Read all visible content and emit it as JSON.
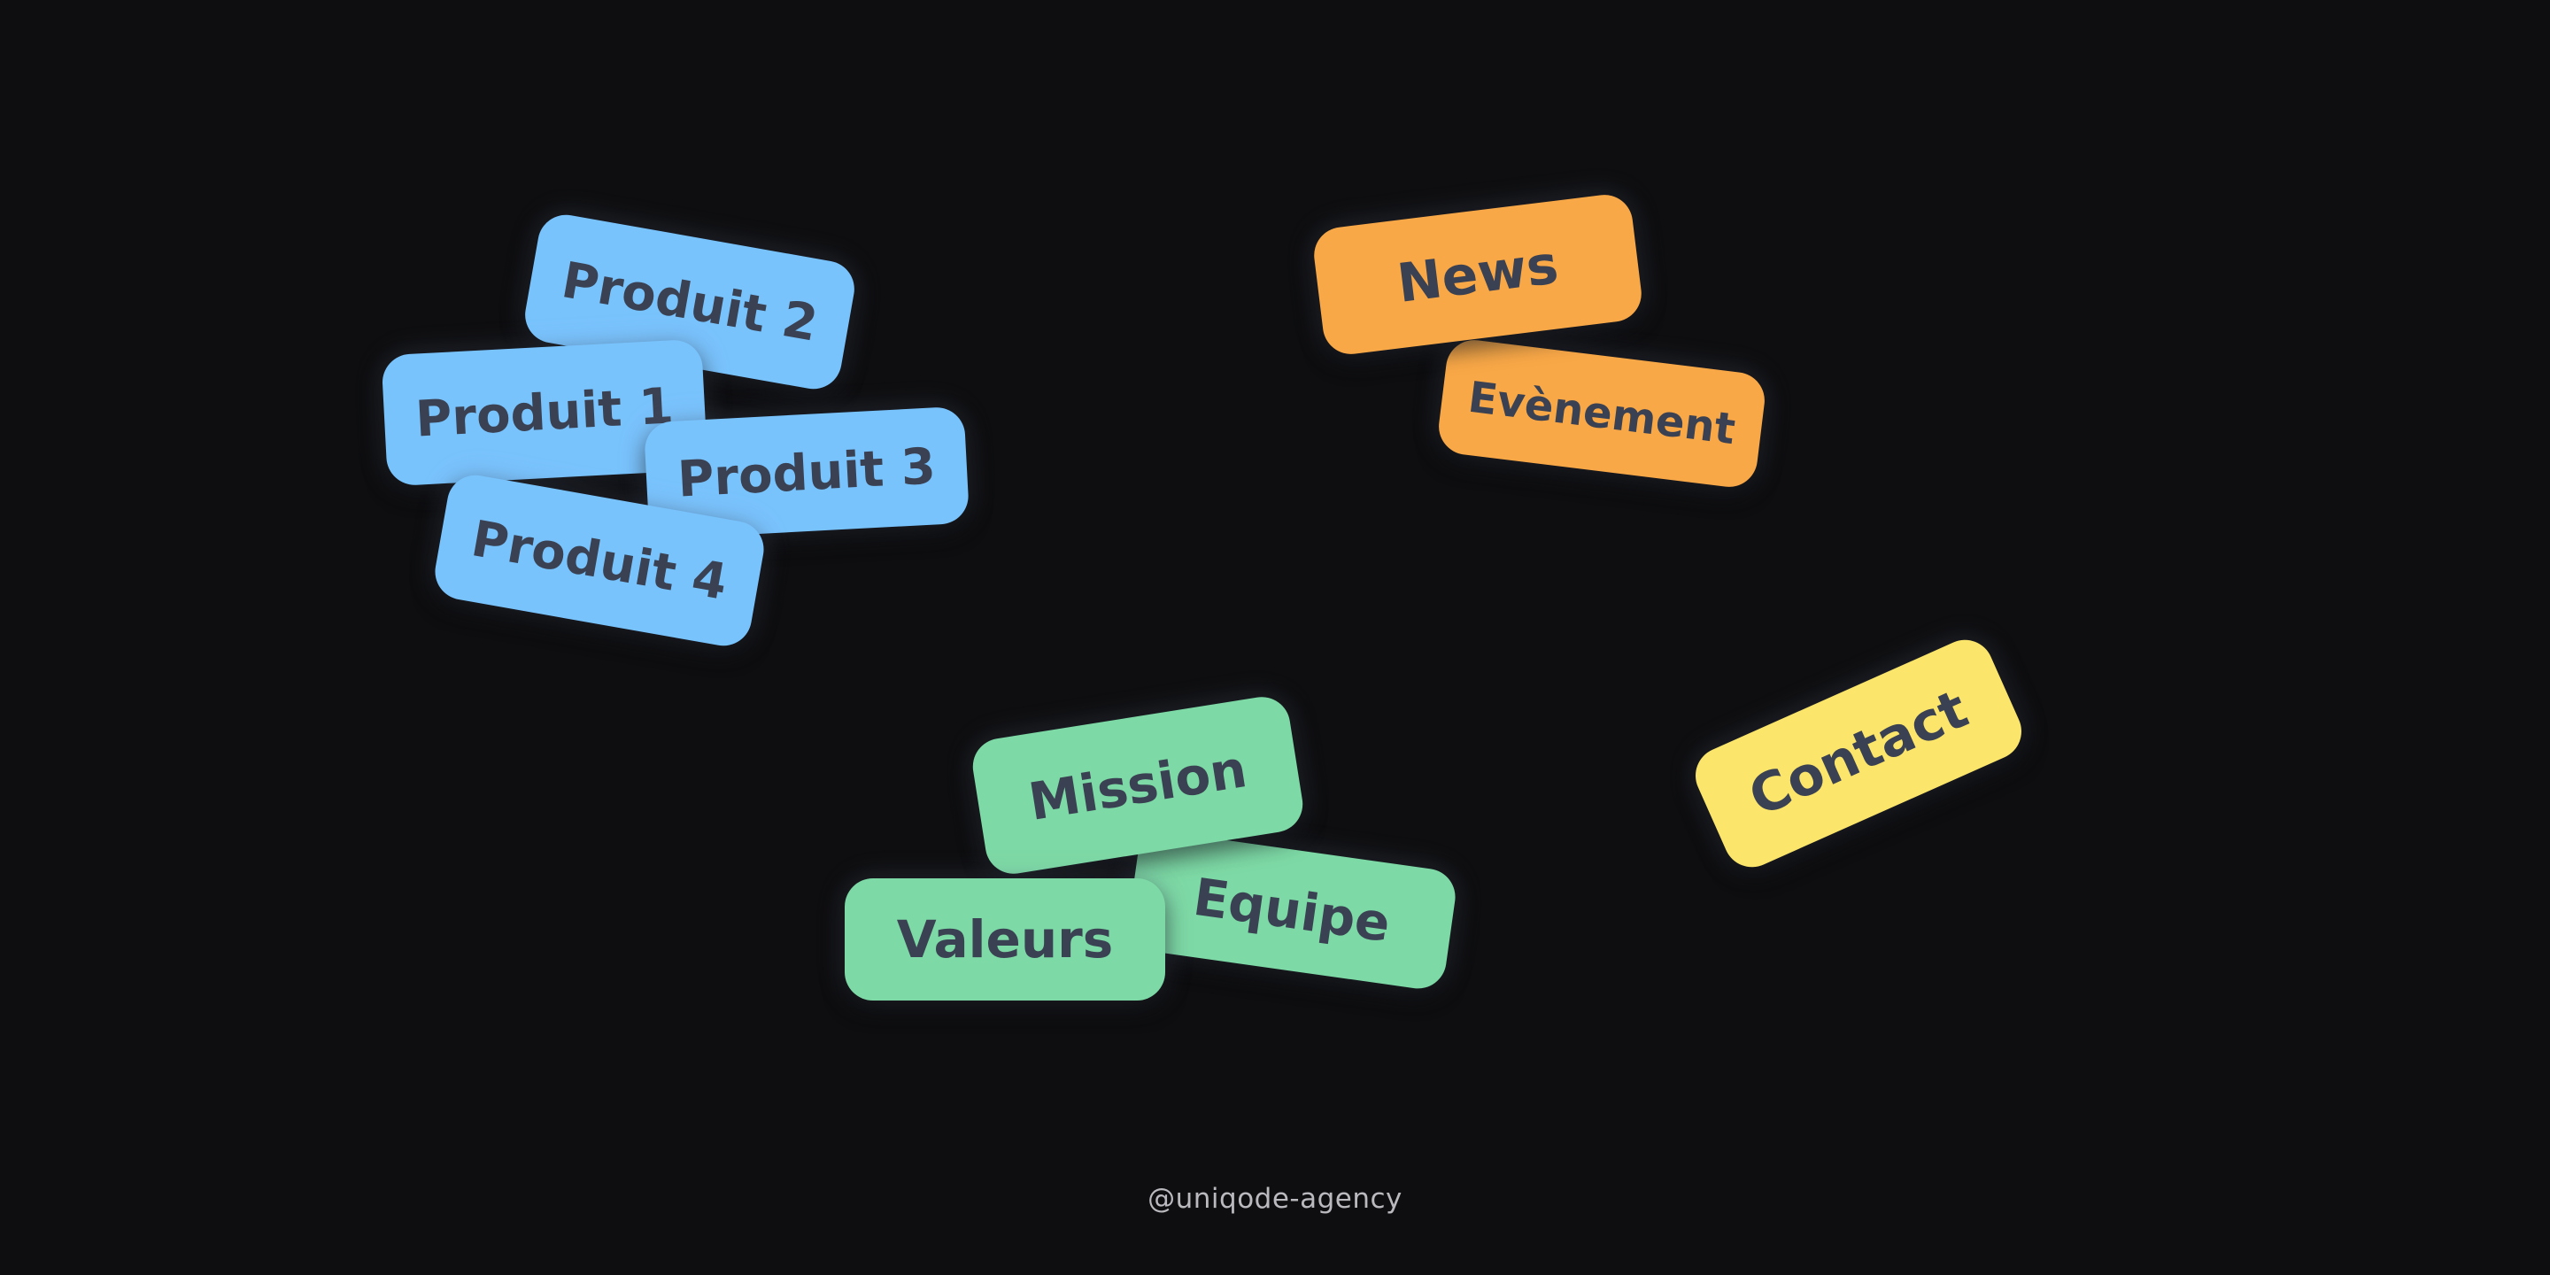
{
  "colors": {
    "background": "#0e0e10",
    "tag_text": "#3a4152",
    "blue": "#79c3fd",
    "orange": "#f9a847",
    "green": "#7dd9a5",
    "yellow": "#fbe56b",
    "footer_text": "#b9b9be"
  },
  "tags": {
    "produit_1": "Produit 1",
    "produit_2": "Produit 2",
    "produit_3": "Produit 3",
    "produit_4": "Produit 4",
    "news": "News",
    "evenement": "Evènement",
    "mission": "Mission",
    "equipe": "Equipe",
    "valeurs": "Valeurs",
    "contact": "Contact"
  },
  "footer": {
    "credit": "@uniqode-agency"
  }
}
